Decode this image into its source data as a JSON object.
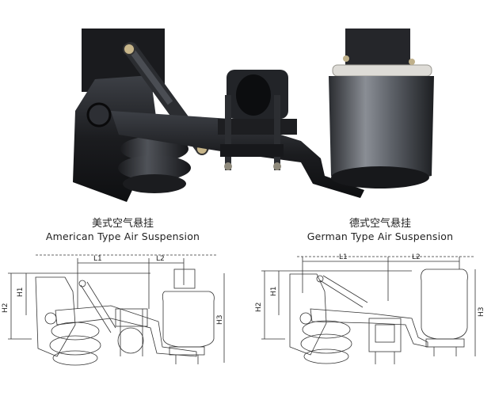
{
  "captions": {
    "american_zh": "美式空气悬挂",
    "american_en": "American Type Air Suspension",
    "german_zh": "德式空气悬挂",
    "german_en": "German Type Air Suspension"
  },
  "dimensions": {
    "l1": "L1",
    "l2": "L2",
    "h1": "H1",
    "h2": "H2",
    "h3": "H3"
  }
}
